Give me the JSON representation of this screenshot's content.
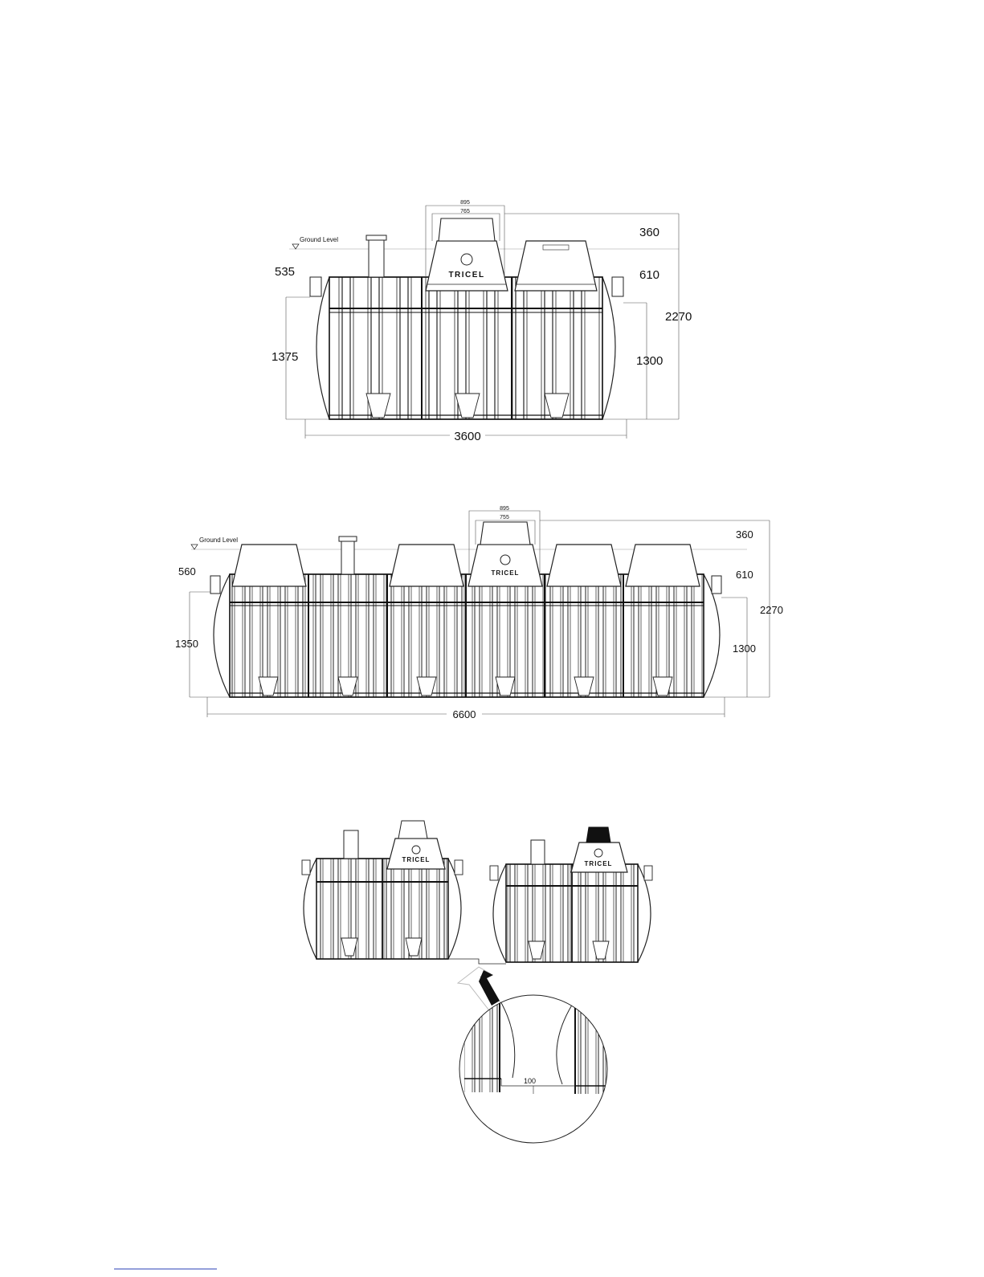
{
  "brand": "TRICEL",
  "ground_level_label": "Ground Level",
  "drawing1": {
    "top_outer": "895",
    "top_inner": "765",
    "left_upper": "535",
    "left_lower": "1375",
    "right_top": "360",
    "right_mid": "610",
    "right_lower": "1300",
    "total_height": "2270",
    "length": "3600"
  },
  "drawing2": {
    "top_outer": "895",
    "top_inner": "755",
    "left_upper": "560",
    "left_lower": "1350",
    "right_top": "360",
    "right_mid": "610",
    "right_lower": "1300",
    "total_height": "2270",
    "length": "6600"
  },
  "detail": {
    "gap": "100"
  }
}
